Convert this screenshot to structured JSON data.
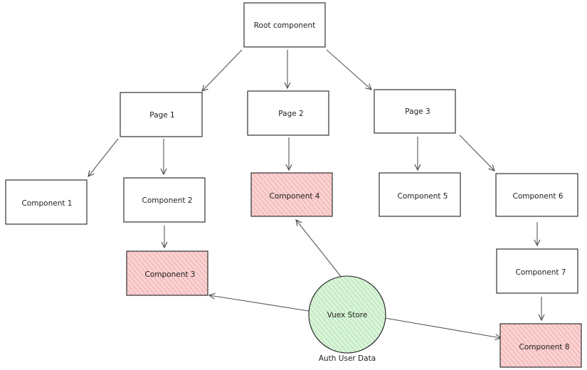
{
  "diagram": {
    "nodes": {
      "root": {
        "label": "Root component"
      },
      "page1": {
        "label": "Page 1"
      },
      "page2": {
        "label": "Page 2"
      },
      "page3": {
        "label": "Page 3"
      },
      "c1": {
        "label": "Component 1"
      },
      "c2": {
        "label": "Component 2"
      },
      "c3": {
        "label": "Component 3"
      },
      "c4": {
        "label": "Component 4"
      },
      "c5": {
        "label": "Component 5"
      },
      "c6": {
        "label": "Component 6"
      },
      "c7": {
        "label": "Component 7"
      },
      "c8": {
        "label": "Component 8"
      },
      "store": {
        "label": "Vuex Store",
        "caption": "Auth User Data"
      }
    },
    "colors": {
      "stroke": "#1e1e1e",
      "highlight_fill": "#f7c7c7",
      "highlight_hatch": "#f08c8c",
      "store_fill": "#d3f5d3",
      "store_hatch": "#8fd18f",
      "arrow": "#555555"
    }
  }
}
